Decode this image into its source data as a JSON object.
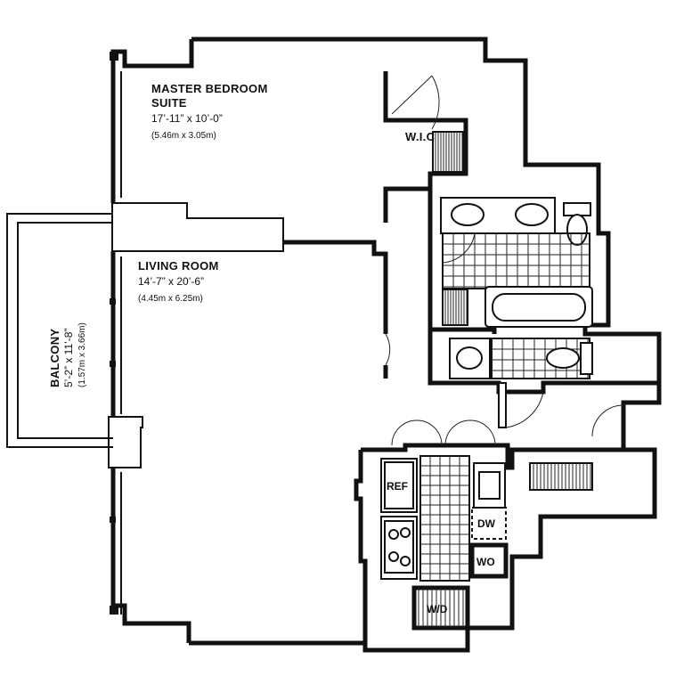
{
  "rooms": {
    "master_bedroom": {
      "title_line1": "MASTER BEDROOM",
      "title_line2": "SUITE",
      "dimensions": "17’-11” x 10’-0”",
      "metric": "(5.46m x 3.05m)"
    },
    "wic": {
      "label": "W.I.C"
    },
    "living_room": {
      "title": "LIVING ROOM",
      "dimensions": "14’-7” x 20’-6”",
      "metric": "(4.45m x 6.25m)"
    },
    "balcony": {
      "title": "BALCONY",
      "dimensions": "5’-2” x 11’-8”",
      "metric": "(1.57m x 3.66m)"
    }
  },
  "appliances": {
    "refrigerator": "REF",
    "dishwasher": "DW",
    "wall_oven": "WO",
    "washer_dryer": "W/D"
  }
}
